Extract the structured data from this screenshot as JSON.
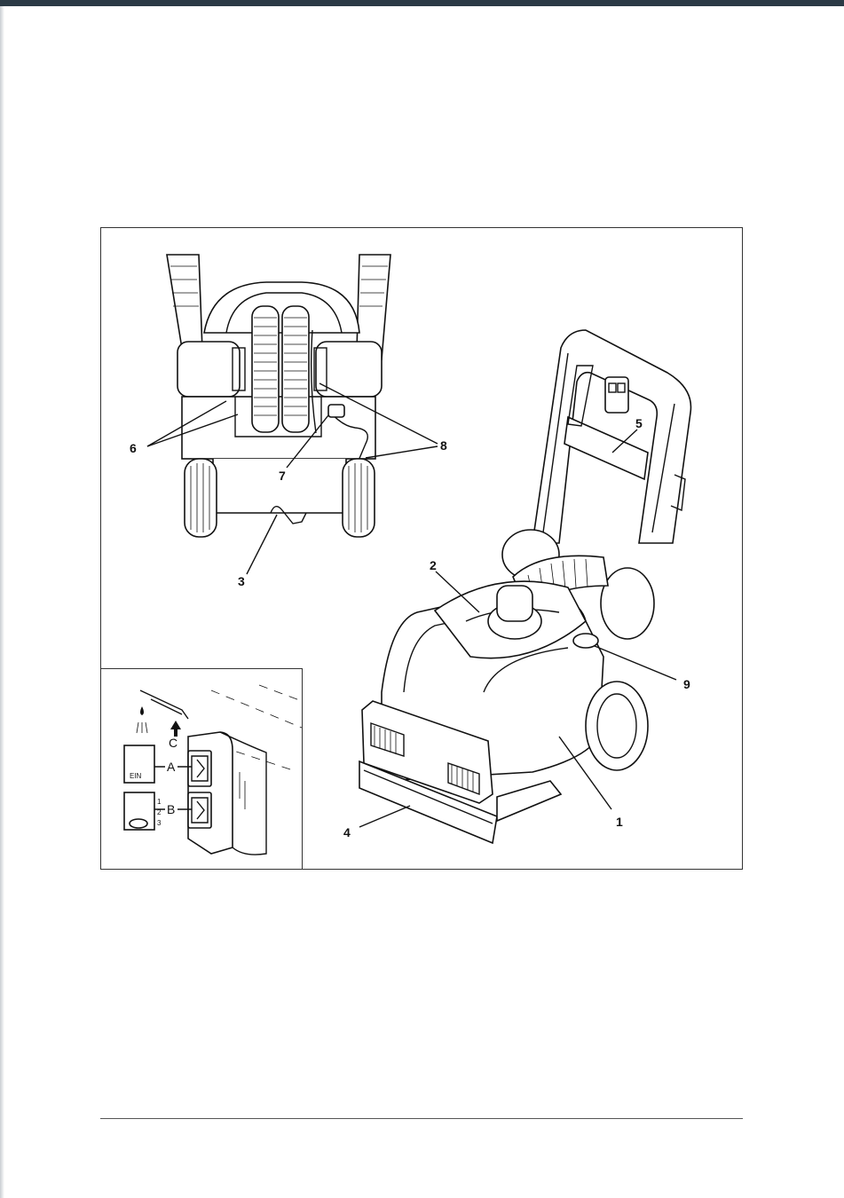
{
  "figure": {
    "callouts": {
      "c1": "1",
      "c2": "2",
      "c3": "3",
      "c4": "4",
      "c5": "5",
      "c6": "6",
      "c7": "7",
      "c8": "8",
      "c9": "9"
    },
    "inset": {
      "switch_a": "A",
      "switch_b": "B",
      "label_c": "C",
      "ein": "EIN",
      "stage_1": "1",
      "stage_2": "2",
      "stage_3": "3"
    }
  }
}
